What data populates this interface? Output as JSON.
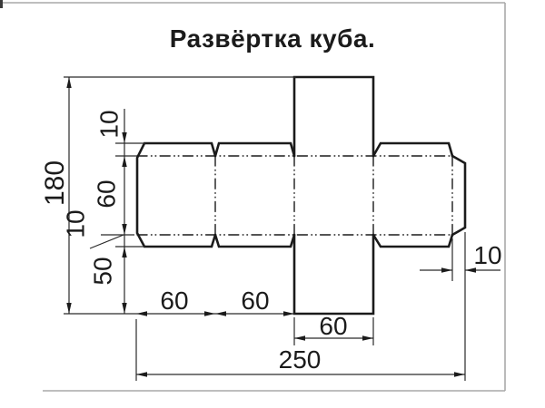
{
  "title": "Развёртка куба.",
  "dims": {
    "total_height": "180",
    "top_tab": "10",
    "side_face": "60",
    "bottom_tab": "10",
    "below_offset": "50",
    "face_1": "60",
    "face_2": "60",
    "face_3": "60",
    "total_width": "250",
    "right_tab": "10"
  },
  "colors": {
    "line": "#1b1b1b",
    "dim_line": "#2a2a2a",
    "frame": "#a8a8a8",
    "background": "#ffffff"
  }
}
